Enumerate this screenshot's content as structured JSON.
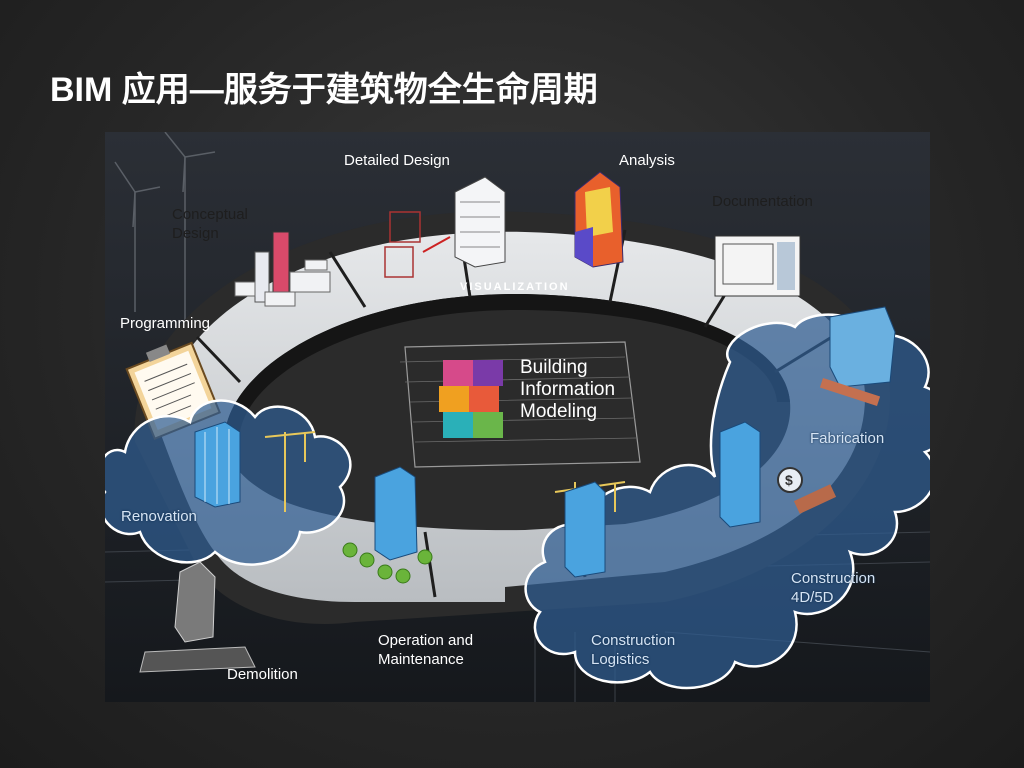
{
  "slide": {
    "title": "BIM 应用—服务于建筑物全生命周期"
  },
  "diagram": {
    "center_label": "Building\nInformation\nModeling",
    "ring_label": "VISUALIZATION",
    "stages": {
      "programming": "Programming",
      "conceptual_design": "Conceptual\nDesign",
      "detailed_design": "Detailed Design",
      "analysis": "Analysis",
      "documentation": "Documentation",
      "fabrication": "Fabrication",
      "construction_4d5d": "Construction\n4D/5D",
      "construction_logistics": "Construction\nLogistics",
      "operation_maintenance": "Operation and\nMaintenance",
      "demolition": "Demolition",
      "renovation": "Renovation"
    },
    "colors": {
      "ring": "#d4d6d8",
      "ring_dark": "#2a2a2a",
      "cloud_fill": "#3d6fa8",
      "cloud_stroke": "#ffffff",
      "building_blue": "#4aa3df",
      "building_heat": "#e8602c"
    },
    "icons": [
      "wind-turbine-icon",
      "building-model-icon",
      "clipboard-icon",
      "crane-icon",
      "dollar-icon",
      "blueprint-icon",
      "tree-icon"
    ]
  }
}
